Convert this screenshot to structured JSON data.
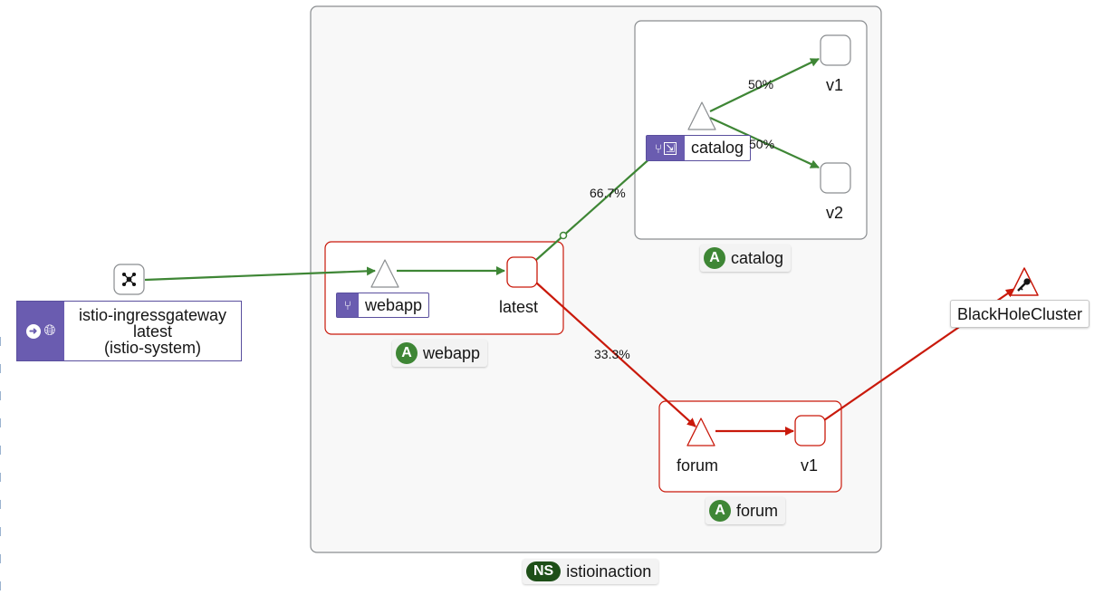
{
  "namespace": {
    "badge": "NS",
    "name": "istioinaction"
  },
  "apps": {
    "webapp": {
      "badge": "A",
      "name": "webapp"
    },
    "catalog": {
      "badge": "A",
      "name": "catalog"
    },
    "forum": {
      "badge": "A",
      "name": "forum"
    }
  },
  "nodes": {
    "ingress": {
      "line1": "istio-ingressgateway",
      "line2": "latest",
      "line3": "(istio-system)"
    },
    "webapp_service": "webapp",
    "webapp_version": "latest",
    "catalog_service": "catalog",
    "catalog_v1": "v1",
    "catalog_v2": "v2",
    "forum_service": "forum",
    "forum_v1": "v1",
    "blackhole": "BlackHoleCluster"
  },
  "edges": {
    "to_catalog": "66.7%",
    "to_forum": "33.3%",
    "catalog_v1": "50%",
    "catalog_v2": "50%"
  },
  "colors": {
    "healthy": "#3e8635",
    "error": "#c9190b",
    "service_badge": "#6a5cb0",
    "app_badge": "#3e8635",
    "ns_badge": "#1e4f18"
  }
}
